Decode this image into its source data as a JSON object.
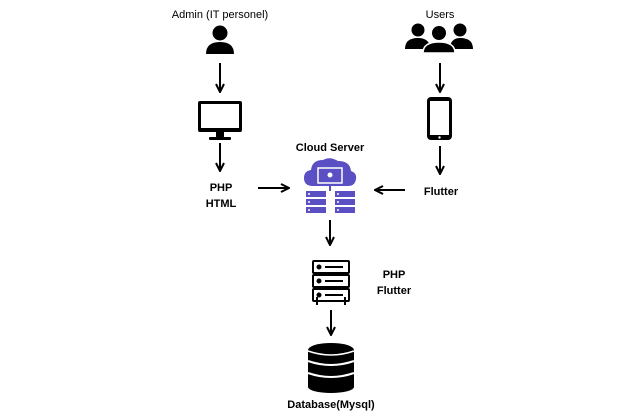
{
  "nodes": {
    "admin": {
      "label": "Admin (IT personel)",
      "icon": "admin-person-icon"
    },
    "users": {
      "label": "Users",
      "icon": "users-group-icon"
    },
    "monitor": {
      "icon": "monitor-icon"
    },
    "phone": {
      "icon": "smartphone-icon"
    },
    "php_html": {
      "line1": "PHP",
      "line2": "HTML"
    },
    "flutter_client": {
      "label": "Flutter"
    },
    "cloud_server": {
      "label": "Cloud Server",
      "icon": "cloud-server-icon",
      "accent": "#5b4fc4"
    },
    "backend": {
      "line1": "PHP",
      "line2": "Flutter",
      "icon": "server-rack-icon"
    },
    "database": {
      "label": "Database(Mysql)",
      "icon": "database-icon"
    }
  }
}
